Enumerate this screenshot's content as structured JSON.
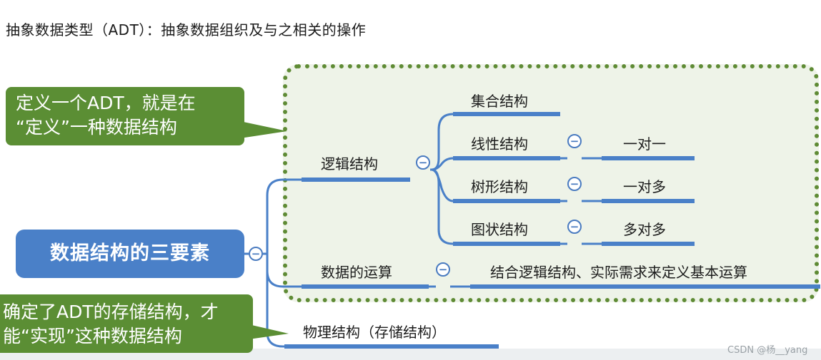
{
  "header": {
    "title": "抽象数据类型（ADT）：抽象数据组织及与之相关的操作"
  },
  "root": {
    "label": "数据结构的三要素"
  },
  "branches": {
    "logic": "逻辑结构",
    "set": "集合结构",
    "linear": "线性结构",
    "tree": "树形结构",
    "graph": "图状结构",
    "one_to_one": "一对一",
    "one_to_many": "一对多",
    "many_to_many": "多对多",
    "ops": "数据的运算",
    "ops_desc": "结合逻辑结构、实际需求来定义基本运算",
    "physical": "物理结构（存储结构）"
  },
  "callouts": {
    "define_line1": "定义一个ADT，就是在",
    "define_line2": "“定义”一种数据结构",
    "implement_line1": "确定了ADT的存储结构，才",
    "implement_line2": "能“实现”这种数据结构"
  },
  "collapse_symbol": "−",
  "watermark": "CSDN @杨__yang",
  "colors": {
    "connector": "#4a80c8",
    "root": "#4a80c8",
    "callout": "#5b8e34",
    "region_border": "#5f8b35",
    "region_bg": "#eef3e8"
  }
}
